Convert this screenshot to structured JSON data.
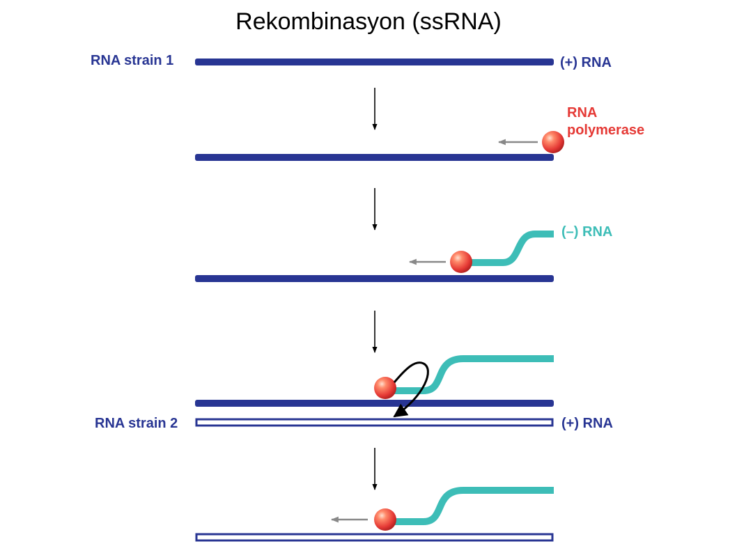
{
  "title": "Rekombinasyon (ssRNA)",
  "labels": {
    "strain1": "RNA strain 1",
    "plus_rna_top": "(+) RNA",
    "polymerase": "RNA\npolymerase",
    "minus_rna": "(–) RNA",
    "strain2": "RNA strain 2",
    "plus_rna_bottom": "(+) RNA"
  },
  "colors": {
    "strain1": "#283593",
    "strain2_outline": "#283593",
    "polymerase": "#e53935",
    "minus_strand": "#3dbdb7",
    "direction_arrow": "#888888",
    "step_arrow": "#000000"
  },
  "icons": [
    "polymerase-sphere",
    "down-arrow",
    "left-arrow",
    "template-switch-arrow"
  ]
}
